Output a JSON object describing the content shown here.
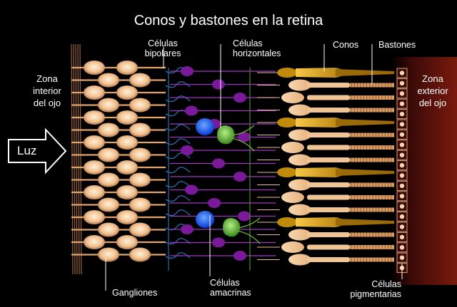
{
  "title": "Conos y bastones en la retina",
  "labels": {
    "zona_interior": "Zona interior del ojo",
    "zona_exterior": "Zona exterior del ojo",
    "luz": "Luz",
    "bipolares": "Células bipolares",
    "horizontales": "Células horizontales",
    "conos": "Conos",
    "bastones": "Bastones",
    "ganglionares": "Gangliones",
    "amacrinas": "Células amacrinas",
    "pigmentarias": "Células pigmentarias"
  },
  "colors": {
    "background": "#000000",
    "ganglion": "#f0c090",
    "bipolar": "#7a1a9a",
    "horizontal": "#6ab23a",
    "amacrine": "#1a6cff",
    "dendrite": "#2a6aa8",
    "cone": "#d8a010",
    "rod": "#f2c79a",
    "pigment": "#5a1a0a",
    "label_text": "#ffffff",
    "leader_line": "#ffffff"
  }
}
